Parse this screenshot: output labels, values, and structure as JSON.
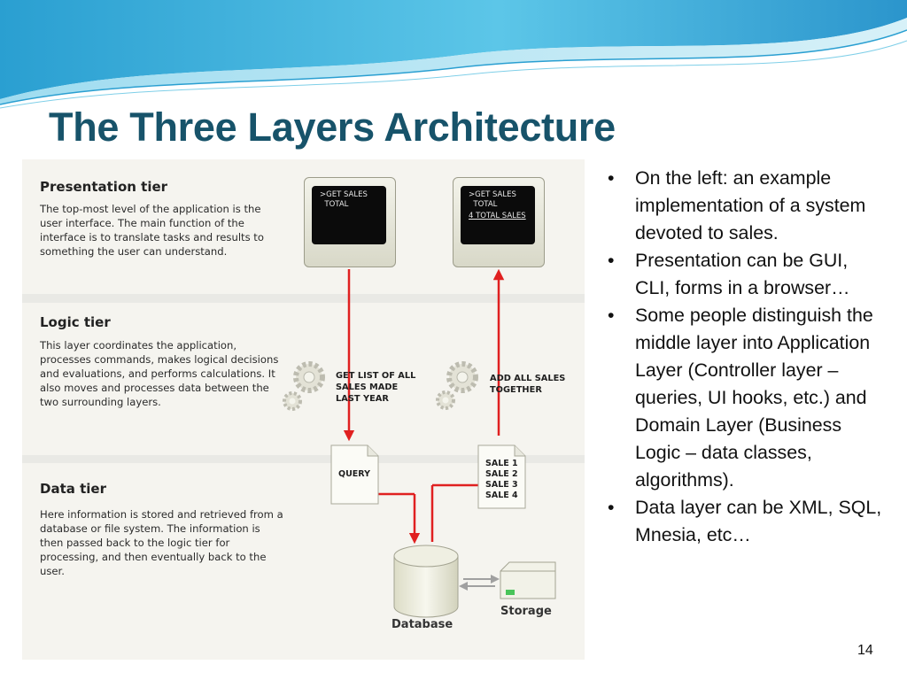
{
  "slide": {
    "title": "The Three Layers Architecture",
    "page_number": "14",
    "accent_color": "#17536a"
  },
  "diagram": {
    "tiers": [
      {
        "title": "Presentation tier",
        "description": "The top-most level of the application is the user interface. The main function of the interface is to translate tasks and results to something the user can understand."
      },
      {
        "title": "Logic tier",
        "description": "This layer coordinates the application, processes commands, makes logical decisions and evaluations, and performs calculations.  It also moves and processes data between the two surrounding layers."
      },
      {
        "title": "Data tier",
        "description": "Here information is stored and retrieved from a database or file system.  The information is then passed back to the logic tier for processing, and then eventually back to the user."
      }
    ],
    "screen_left": ">GET SALES\n  TOTAL",
    "screen_right_top": ">GET SALES\n  TOTAL",
    "screen_right_result": "4 TOTAL SALES",
    "logic_step_left": "GET LIST OF ALL\nSALES MADE\nLAST YEAR",
    "logic_step_right": "ADD ALL SALES\nTOGETHER",
    "doc_query": "QUERY",
    "doc_sales": "SALE 1\nSALE 2\nSALE 3\nSALE 4",
    "database_label": "Database",
    "storage_label": "Storage",
    "arrow_color": "#e02020"
  },
  "bullets": [
    "On the left: an example implementation of a system devoted to sales.",
    "Presentation can be GUI, CLI, forms in a browser…",
    "Some people distinguish the middle layer into Application Layer (Controller layer – queries, UI hooks, etc.) and Domain Layer (Business Logic – data classes, algorithms).",
    "Data layer can be XML, SQL, Mnesia, etc…"
  ]
}
